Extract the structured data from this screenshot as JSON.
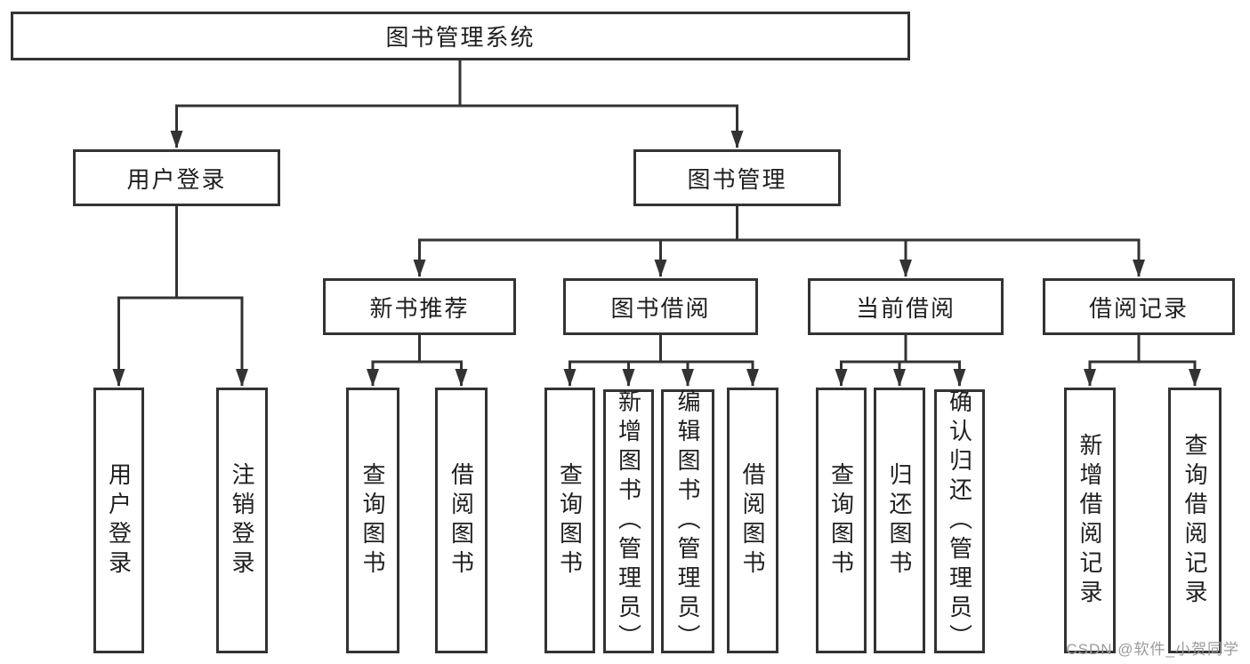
{
  "diagram": {
    "title": "图书管理系统",
    "colors": {
      "background": "#ffffff",
      "line": "#333333",
      "box_border": "#333333",
      "box_fill": "#ffffff",
      "text": "#1f1f1f",
      "watermark": "#9b9b9b"
    },
    "root": {
      "label": "图书管理系统"
    },
    "level2": [
      {
        "label": "用户登录",
        "parent": "图书管理系统"
      },
      {
        "label": "图书管理",
        "parent": "图书管理系统"
      }
    ],
    "level3": [
      {
        "label": "新书推荐",
        "parent": "图书管理"
      },
      {
        "label": "图书借阅",
        "parent": "图书管理"
      },
      {
        "label": "当前借阅",
        "parent": "图书管理"
      },
      {
        "label": "借阅记录",
        "parent": "图书管理"
      }
    ],
    "leaves": [
      {
        "label": "用户登录",
        "parent": "用户登录"
      },
      {
        "label": "注销登录",
        "parent": "用户登录"
      },
      {
        "label": "查询图书",
        "parent": "新书推荐"
      },
      {
        "label": "借阅图书",
        "parent": "新书推荐"
      },
      {
        "label": "查询图书",
        "parent": "图书借阅"
      },
      {
        "label": "新增图书（管理员）",
        "parent": "图书借阅"
      },
      {
        "label": "编辑图书（管理员）",
        "parent": "图书借阅"
      },
      {
        "label": "借阅图书",
        "parent": "图书借阅"
      },
      {
        "label": "查询图书",
        "parent": "当前借阅"
      },
      {
        "label": "归还图书",
        "parent": "当前借阅"
      },
      {
        "label": "确认归还（管理员）",
        "parent": "当前借阅"
      },
      {
        "label": "新增借阅记录",
        "parent": "借阅记录"
      },
      {
        "label": "查询借阅记录",
        "parent": "借阅记录"
      }
    ]
  },
  "watermark": {
    "text": "CSDN @软件_小贺同学"
  }
}
